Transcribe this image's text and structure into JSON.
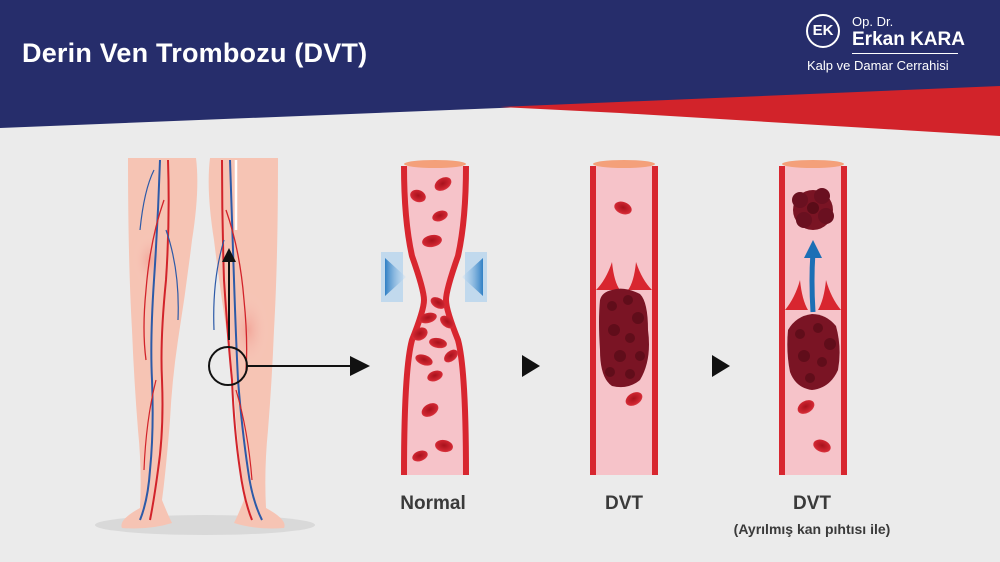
{
  "header": {
    "title": "Derin Ven Trombozu (DVT)"
  },
  "logo": {
    "initials": "EK",
    "prefix": "Op. Dr.",
    "name": "Erkan KARA",
    "department": "Kalp ve Damar Cerrahisi"
  },
  "stages": [
    {
      "label": "Normal",
      "sublabel": ""
    },
    {
      "label": "DVT",
      "sublabel": ""
    },
    {
      "label": "DVT",
      "sublabel": "(Ayrılmış kan pıhtısı ile)"
    }
  ],
  "colors": {
    "header_navy": "#262d6b",
    "accent_red": "#d2232a",
    "vessel_wall": "#d8262f",
    "vessel_fill": "#f6c3c9",
    "rbc": "#c8202a",
    "clot": "#7a1424",
    "flow_arrow": "#1c6fb5",
    "background": "#ebebeb"
  }
}
